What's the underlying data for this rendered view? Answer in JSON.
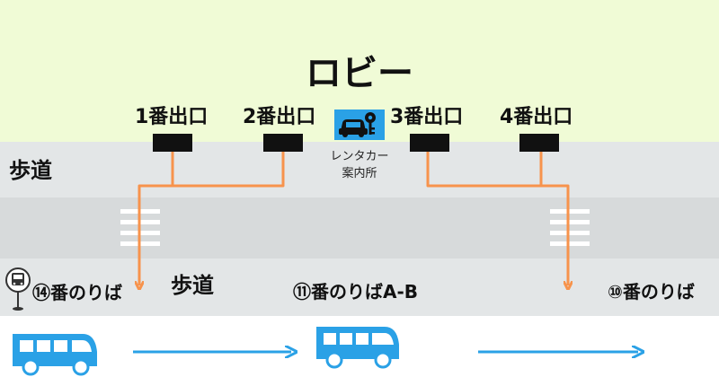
{
  "lobby": {
    "title": "ロビー"
  },
  "exits": [
    {
      "label": "1番出口"
    },
    {
      "label": "2番出口"
    },
    {
      "label": "3番出口"
    },
    {
      "label": "4番出口"
    }
  ],
  "rental_car": {
    "line1": "レンタカー",
    "line2": "案内所",
    "icon": "car-key-icon"
  },
  "sidewalks": {
    "top_label": "歩道",
    "bottom_label": "歩道"
  },
  "bus_bays": [
    {
      "label": "⑭番のりば"
    },
    {
      "label": "⑪番のりばA-B"
    },
    {
      "label": "⑩番のりば"
    }
  ],
  "icons": {
    "bus_stop": "bus-stop-icon",
    "bus": "bus-icon"
  },
  "colors": {
    "lobby": "#f0fbd6",
    "sidewalk": "#e3e6e7",
    "road": "#d7dadb",
    "route": "#f7934c",
    "bus": "#2aa1e6",
    "flow": "#2aa1e6"
  }
}
